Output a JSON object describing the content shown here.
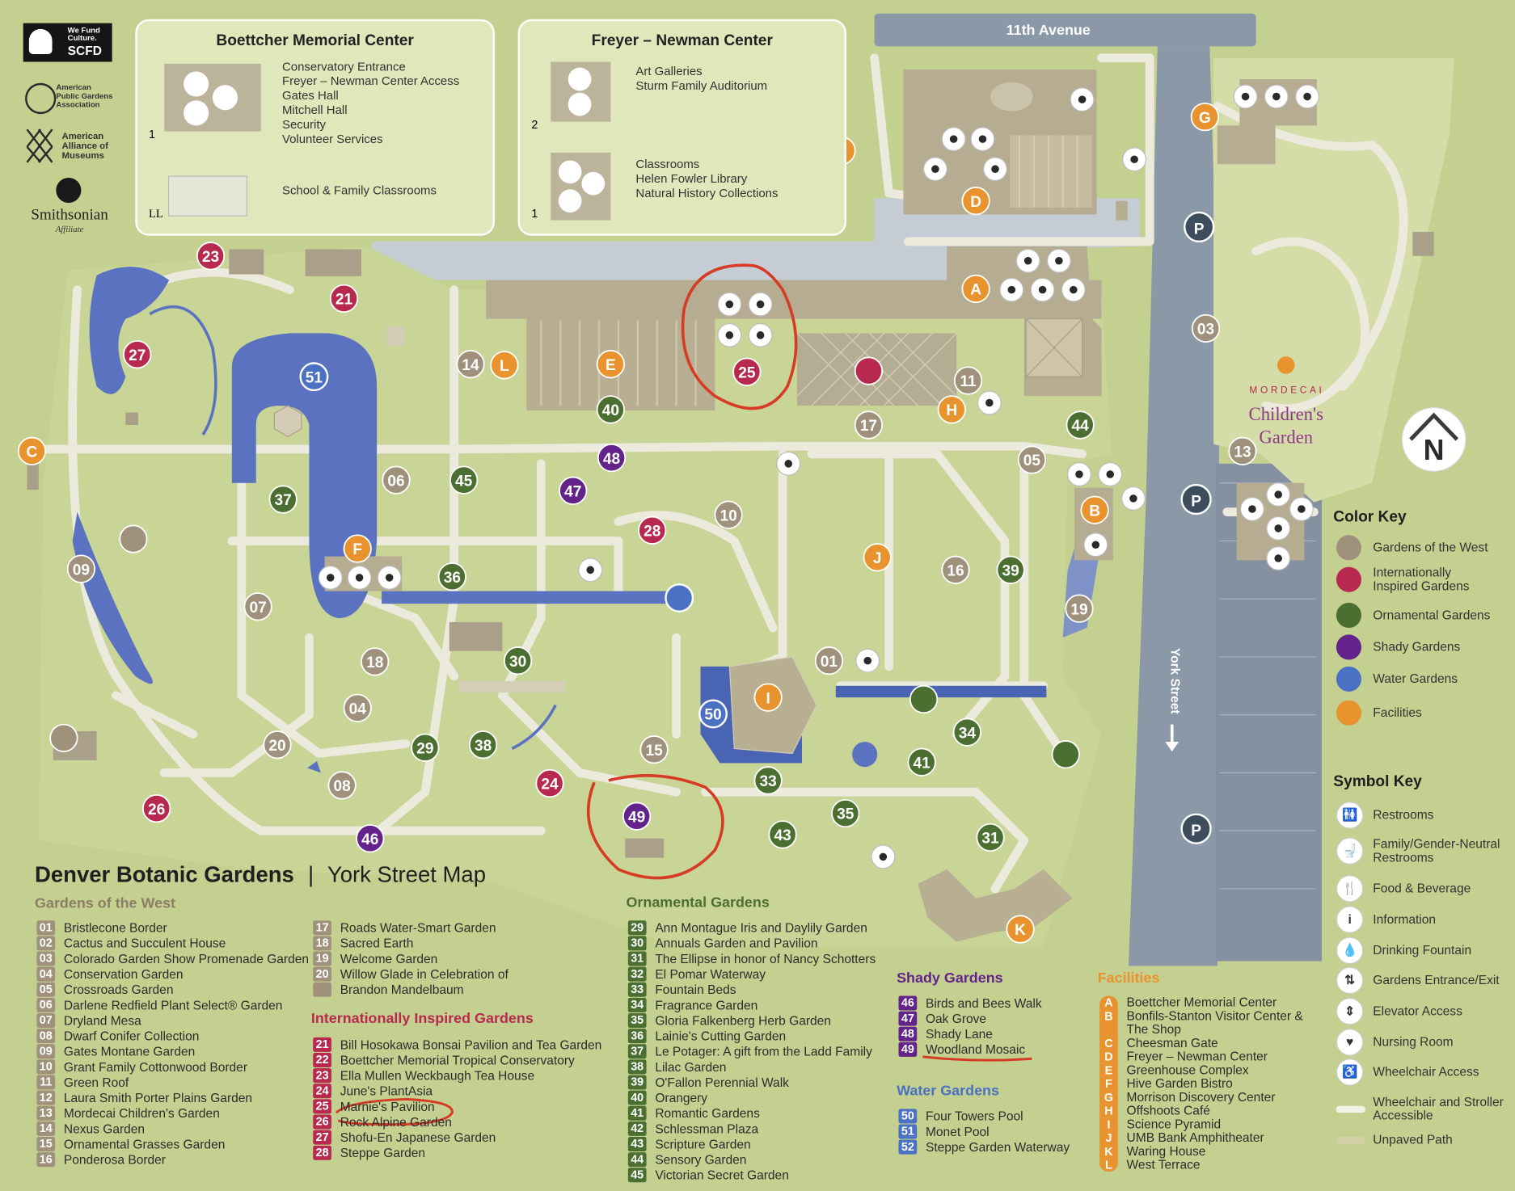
{
  "map_title": "Denver Botanic Gardens",
  "map_subtitle": "York Street Map",
  "title_separator": "|",
  "colors": {
    "west": "#a0917c",
    "intl": "#b7294f",
    "ornamental": "#4b6f31",
    "shady": "#63238a",
    "water": "#4a71c4",
    "facilities": "#e8932e",
    "parking": "#3e4d5e",
    "water_fill": "#5a72c0",
    "path": "#ebeadc",
    "road": "#8b98a8",
    "annotation": "#d63b26"
  },
  "logos": {
    "scfd_line1": "We Fund",
    "scfd_line2": "Culture.",
    "scfd_name": "SCFD",
    "apga": [
      "American",
      "Public Gardens",
      "Association"
    ],
    "aam": [
      "American",
      "Alliance of",
      "Museums"
    ],
    "smithsonian": "Smithsonian",
    "smithsonian_sub": "Affiliate"
  },
  "boettcher_panel": {
    "title": "Boettcher Memorial Center",
    "level_1": "1",
    "level_ll": "LL",
    "level1_items": [
      "Conservatory Entrance",
      "Freyer – Newman Center Access",
      "Gates Hall",
      "Mitchell Hall",
      "Security",
      "Volunteer Services"
    ],
    "ll_items": [
      "School & Family Classrooms"
    ]
  },
  "freyer_panel": {
    "title": "Freyer – Newman Center",
    "level_2": "2",
    "level_1": "1",
    "level2_items": [
      "Art Galleries",
      "Sturm Family Auditorium"
    ],
    "level1_items": [
      "Classrooms",
      "Helen Fowler Library",
      "Natural History Collections"
    ]
  },
  "streets": {
    "eleventh": "11th Avenue",
    "york": "York Street"
  },
  "childrens_garden": {
    "line1": "MORDECAI",
    "line2": "Children's",
    "line3": "Garden"
  },
  "north_label": "N",
  "parking_label": "P",
  "markers": {
    "garden_numbers": [
      "01",
      "02",
      "03",
      "04",
      "05",
      "06",
      "07",
      "08",
      "09",
      "10",
      "11",
      "12",
      "13",
      "14",
      "15",
      "16",
      "17",
      "18",
      "19",
      "20",
      "21",
      "22",
      "23",
      "24",
      "25",
      "26",
      "27",
      "28",
      "29",
      "30",
      "31",
      "32",
      "33",
      "34",
      "35",
      "36",
      "37",
      "38",
      "39",
      "40",
      "41",
      "42",
      "43",
      "44",
      "45",
      "46",
      "47",
      "48",
      "49",
      "50",
      "51",
      "52"
    ],
    "facility_letters": [
      "A",
      "B",
      "C",
      "D",
      "E",
      "F",
      "G",
      "H",
      "I",
      "J",
      "K",
      "L"
    ]
  },
  "color_key": {
    "title": "Color Key",
    "items": [
      {
        "label": "Gardens of the West",
        "color": "#a0917c"
      },
      {
        "label": "Internationally Inspired Gardens",
        "color": "#b7294f"
      },
      {
        "label": "Ornamental Gardens",
        "color": "#4b6f31"
      },
      {
        "label": "Shady Gardens",
        "color": "#63238a"
      },
      {
        "label": "Water Gardens",
        "color": "#4a71c4"
      },
      {
        "label": "Facilities",
        "color": "#e8932e"
      }
    ]
  },
  "symbol_key": {
    "title": "Symbol Key",
    "items": [
      {
        "label": "Restrooms",
        "icon": "restroom-icon",
        "glyph": "🚻"
      },
      {
        "label": "Family/Gender-Neutral Restrooms",
        "icon": "family-restroom-icon",
        "glyph": "🚽"
      },
      {
        "label": "Food & Beverage",
        "icon": "food-icon",
        "glyph": "🍴"
      },
      {
        "label": "Information",
        "icon": "information-icon",
        "glyph": "i"
      },
      {
        "label": "Drinking Fountain",
        "icon": "drinking-fountain-icon",
        "glyph": "💧"
      },
      {
        "label": "Gardens Entrance/Exit",
        "icon": "entrance-exit-icon",
        "glyph": "⇅"
      },
      {
        "label": "Elevator Access",
        "icon": "elevator-icon",
        "glyph": "⇕"
      },
      {
        "label": "Nursing Room",
        "icon": "nursing-room-icon",
        "glyph": "♥"
      },
      {
        "label": "Wheelchair Access",
        "icon": "wheelchair-icon",
        "glyph": "♿"
      },
      {
        "label": "Wheelchair and Stroller Accessible",
        "icon": "accessible-path-swatch",
        "swatch": "#f2f1e6"
      },
      {
        "label": "Unpaved Path",
        "icon": "unpaved-path-swatch",
        "swatch": "#d4cfa6"
      }
    ]
  },
  "sections": {
    "west": {
      "title": "Gardens of the West",
      "items": [
        {
          "n": "01",
          "name": "Bristlecone Border"
        },
        {
          "n": "02",
          "name": "Cactus and Succulent House"
        },
        {
          "n": "03",
          "name": "Colorado Garden Show Promenade Garden"
        },
        {
          "n": "04",
          "name": "Conservation Garden"
        },
        {
          "n": "05",
          "name": "Crossroads Garden"
        },
        {
          "n": "06",
          "name": "Darlene Redfield Plant Select® Garden"
        },
        {
          "n": "07",
          "name": "Dryland Mesa"
        },
        {
          "n": "08",
          "name": "Dwarf Conifer Collection"
        },
        {
          "n": "09",
          "name": "Gates Montane Garden"
        },
        {
          "n": "10",
          "name": "Grant Family Cottonwood Border"
        },
        {
          "n": "11",
          "name": "Green Roof"
        },
        {
          "n": "12",
          "name": "Laura Smith Porter Plains Garden"
        },
        {
          "n": "13",
          "name": "Mordecai Children's Garden"
        },
        {
          "n": "14",
          "name": "Nexus Garden"
        },
        {
          "n": "15",
          "name": "Ornamental Grasses Garden"
        },
        {
          "n": "16",
          "name": "Ponderosa Border"
        }
      ],
      "items_col2": [
        {
          "n": "17",
          "name": "Roads Water-Smart Garden"
        },
        {
          "n": "18",
          "name": "Sacred Earth"
        },
        {
          "n": "19",
          "name": "Welcome Garden"
        },
        {
          "n": "20",
          "name": "Willow Glade in Celebration of"
        }
      ],
      "item20_cont": "Brandon Mandelbaum"
    },
    "intl": {
      "title": "Internationally Inspired Gardens",
      "items": [
        {
          "n": "21",
          "name": "Bill Hosokawa Bonsai Pavilion and Tea Garden"
        },
        {
          "n": "22",
          "name": "Boettcher Memorial Tropical Conservatory"
        },
        {
          "n": "23",
          "name": "Ella Mullen Weckbaugh Tea House"
        },
        {
          "n": "24",
          "name": "June's PlantAsia"
        },
        {
          "n": "25",
          "name": "Marnie's Pavilion"
        },
        {
          "n": "26",
          "name": "Rock Alpine Garden"
        },
        {
          "n": "27",
          "name": "Shofu-En Japanese Garden"
        },
        {
          "n": "28",
          "name": "Steppe Garden"
        }
      ]
    },
    "ornamental": {
      "title": "Ornamental Gardens",
      "items": [
        {
          "n": "29",
          "name": "Ann Montague Iris and Daylily Garden"
        },
        {
          "n": "30",
          "name": "Annuals Garden and Pavilion"
        },
        {
          "n": "31",
          "name": "The Ellipse in honor of Nancy Schotters"
        },
        {
          "n": "32",
          "name": "El Pomar Waterway"
        },
        {
          "n": "33",
          "name": "Fountain Beds"
        },
        {
          "n": "34",
          "name": "Fragrance Garden"
        },
        {
          "n": "35",
          "name": "Gloria Falkenberg Herb Garden"
        },
        {
          "n": "36",
          "name": "Lainie's Cutting Garden"
        },
        {
          "n": "37",
          "name": "Le Potager: A gift from the Ladd Family"
        },
        {
          "n": "38",
          "name": "Lilac Garden"
        },
        {
          "n": "39",
          "name": "O'Fallon Perennial Walk"
        },
        {
          "n": "40",
          "name": "Orangery"
        },
        {
          "n": "41",
          "name": "Romantic Gardens"
        },
        {
          "n": "42",
          "name": "Schlessman Plaza"
        },
        {
          "n": "43",
          "name": "Scripture Garden"
        },
        {
          "n": "44",
          "name": "Sensory Garden"
        },
        {
          "n": "45",
          "name": "Victorian Secret Garden"
        }
      ]
    },
    "shady": {
      "title": "Shady Gardens",
      "items": [
        {
          "n": "46",
          "name": "Birds and Bees Walk"
        },
        {
          "n": "47",
          "name": "Oak Grove"
        },
        {
          "n": "48",
          "name": "Shady Lane"
        },
        {
          "n": "49",
          "name": "Woodland Mosaic"
        }
      ]
    },
    "water": {
      "title": "Water Gardens",
      "items": [
        {
          "n": "50",
          "name": "Four Towers Pool"
        },
        {
          "n": "51",
          "name": "Monet Pool"
        },
        {
          "n": "52",
          "name": "Steppe Garden Waterway"
        }
      ]
    },
    "facilities": {
      "title": "Facilities",
      "items": [
        {
          "n": "A",
          "name": "Boettcher Memorial Center"
        },
        {
          "n": "B",
          "name": "Bonfils-Stanton Visitor Center &"
        },
        {
          "n": "",
          "name": "The Shop"
        },
        {
          "n": "C",
          "name": "Cheesman Gate"
        },
        {
          "n": "D",
          "name": "Freyer – Newman Center"
        },
        {
          "n": "E",
          "name": "Greenhouse Complex"
        },
        {
          "n": "F",
          "name": "Hive Garden Bistro"
        },
        {
          "n": "G",
          "name": "Morrison Discovery Center"
        },
        {
          "n": "H",
          "name": "Offshoots Café"
        },
        {
          "n": "I",
          "name": "Science Pyramid"
        },
        {
          "n": "J",
          "name": "UMB Bank Amphitheater"
        },
        {
          "n": "K",
          "name": "Waring House"
        },
        {
          "n": "L",
          "name": "West Terrace"
        }
      ]
    }
  }
}
